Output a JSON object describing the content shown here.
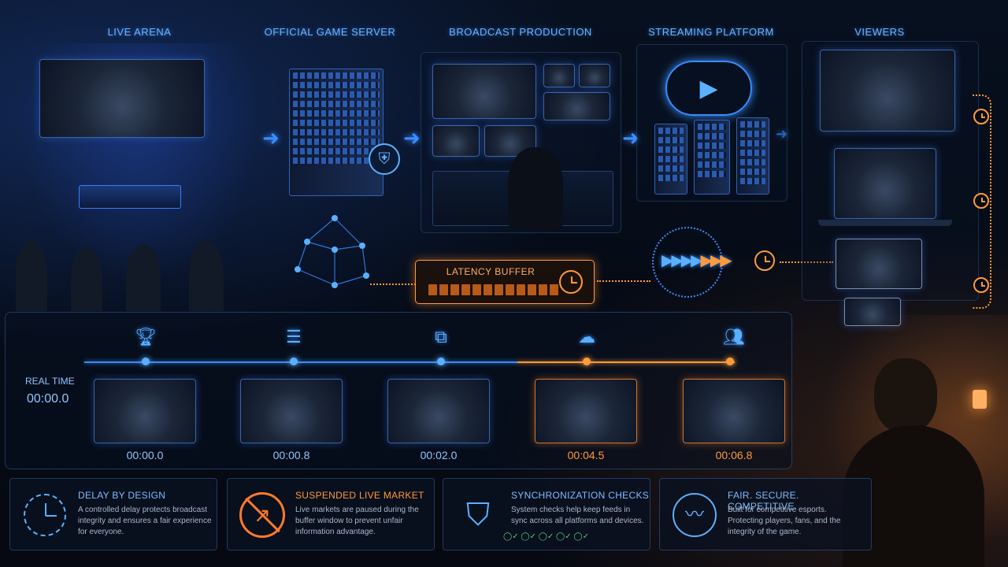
{
  "stages": {
    "live_arena": "LIVE ARENA",
    "game_server": "OFFICIAL GAME SERVER",
    "broadcast": "BROADCAST PRODUCTION",
    "streaming": "STREAMING PLATFORM",
    "viewers": "VIEWERS"
  },
  "latency_buffer": "LATENCY BUFFER",
  "timeline": {
    "label": "REAL TIME",
    "real_time": "00:00.0",
    "times": [
      "00:00.0",
      "00:00.8",
      "00:02.0",
      "00:04.5",
      "00:06.8"
    ]
  },
  "cards": [
    {
      "title": "DELAY BY DESIGN",
      "text": "A controlled delay protects broadcast integrity and ensures a fair experience for everyone.",
      "icon": "clock-icon"
    },
    {
      "title": "SUSPENDED LIVE MARKET",
      "text": "Live markets are paused during the buffer window to prevent unfair information advantage.",
      "icon": "no-market-icon"
    },
    {
      "title": "SYNCHRONIZATION CHECKS",
      "text": "System checks help keep feeds in sync across all platforms and devices.",
      "icon": "shield-check-icon"
    },
    {
      "title": "FAIR. SECURE. COMPETITIVE.",
      "text": "Built for competitive esports. Protecting players, fans, and the integrity of the game.",
      "icon": "heartbeat-icon"
    }
  ],
  "colors": {
    "blue": "#5ab0ff",
    "orange": "#ff9a3c"
  }
}
